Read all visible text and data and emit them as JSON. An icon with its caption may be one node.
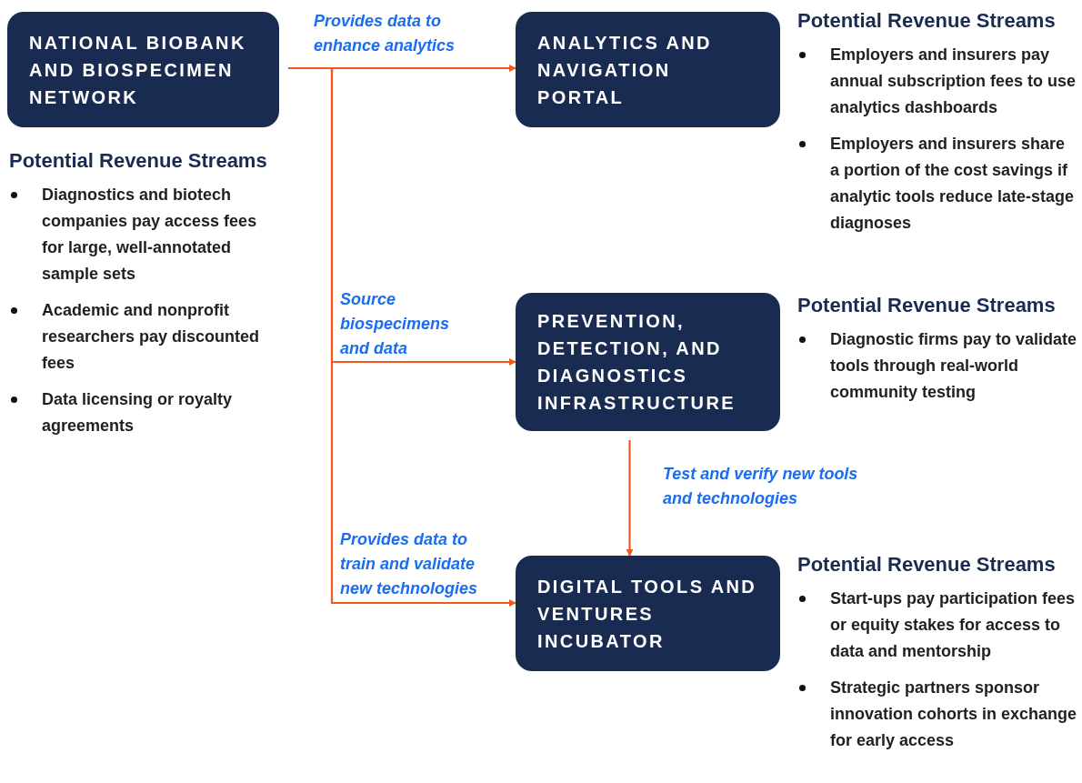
{
  "diagram": {
    "nodes": [
      {
        "text": [
          "NATIONAL BIOBANK AND BIOSPECIMEN NETWORK"
        ],
        "beside": [
          "Potential Revenue Streams",
          "Diagnostics and biotech companies pay access fees for large, well-annotated sample sets",
          "Academic and nonprofit researchers pay discounted fees",
          "Data licensing or royalty agreements"
        ]
      },
      {
        "text": [
          "ANALYTICS AND NAVIGATION PORTAL"
        ],
        "beside": [
          "Potential Revenue Streams",
          "Employers and insurers pay annual subscription fees to use analytics dashboards",
          "Employers and insurers share a portion of the cost savings if analytic tools reduce late-stage diagnoses"
        ]
      },
      {
        "text": [
          "PREVENTION, DETECTION, AND DIAGNOSTICS INFRASTRUCTURE"
        ],
        "beside": [
          "Potential Revenue Streams",
          "Diagnostic firms pay to validate tools through real-world community testing"
        ]
      },
      {
        "text": [
          "DIGITAL TOOLS AND VENTURES INCUBATOR"
        ],
        "beside": [
          "Potential Revenue Streams",
          "Start-ups pay participation fees or equity stakes for access to data and mentorship",
          "Strategic partners sponsor innovation cohorts in exchange for early access"
        ]
      }
    ],
    "edges": [
      {
        "from": 0,
        "to": 1,
        "arrow": "to",
        "label": "Provides data to enhance analytics"
      },
      {
        "from": 0,
        "to": 2,
        "arrow": "to",
        "label": "Source biospecimens and data"
      },
      {
        "from": 0,
        "to": 3,
        "arrow": "to",
        "label": "Provides data to train and validate new technologies"
      },
      {
        "from": 2,
        "to": 3,
        "arrow": "to",
        "label": "Test and verify new tools and technologies"
      }
    ]
  }
}
